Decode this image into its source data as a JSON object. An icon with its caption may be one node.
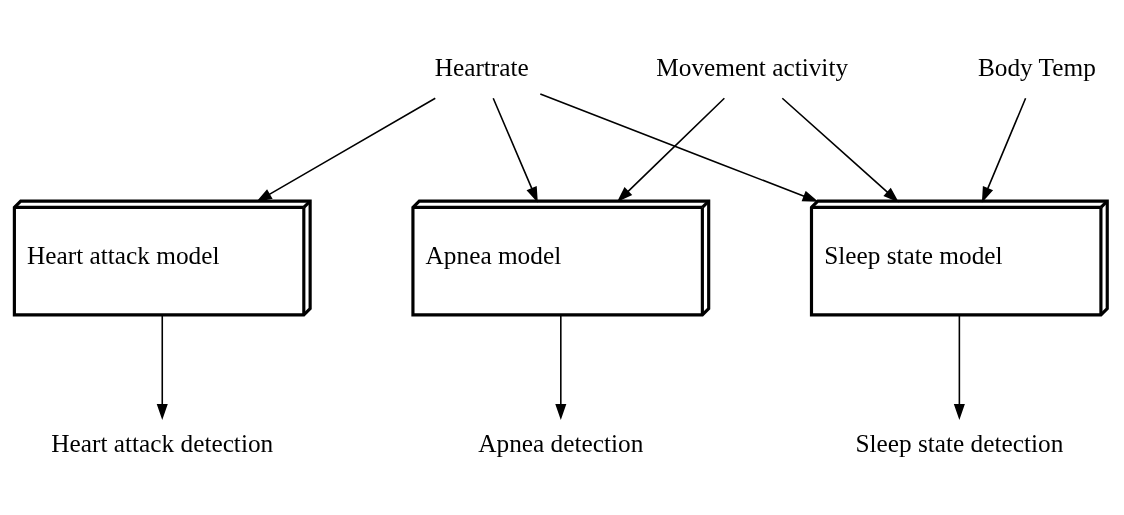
{
  "diagram": {
    "nodes": [
      {
        "text": [
          "Heartrate"
        ]
      },
      {
        "text": [
          "Movement activity"
        ]
      },
      {
        "text": [
          "Body Temp"
        ]
      },
      {
        "text": [
          "Heart attack model"
        ]
      },
      {
        "text": [
          "Apnea model"
        ]
      },
      {
        "text": [
          "Sleep state model"
        ]
      },
      {
        "text": [
          "Heart attack detection"
        ]
      },
      {
        "text": [
          "Apnea detection"
        ]
      },
      {
        "text": [
          "Sleep state detection"
        ]
      }
    ],
    "edges": [
      {
        "from": 0,
        "to": 3,
        "arrow": "to"
      },
      {
        "from": 0,
        "to": 4,
        "arrow": "to"
      },
      {
        "from": 0,
        "to": 5,
        "arrow": "to"
      },
      {
        "from": 1,
        "to": 4,
        "arrow": "to"
      },
      {
        "from": 1,
        "to": 5,
        "arrow": "to"
      },
      {
        "from": 2,
        "to": 5,
        "arrow": "to"
      },
      {
        "from": 3,
        "to": 6,
        "arrow": "to"
      },
      {
        "from": 4,
        "to": 7,
        "arrow": "to"
      },
      {
        "from": 5,
        "to": 8,
        "arrow": "to"
      }
    ]
  }
}
